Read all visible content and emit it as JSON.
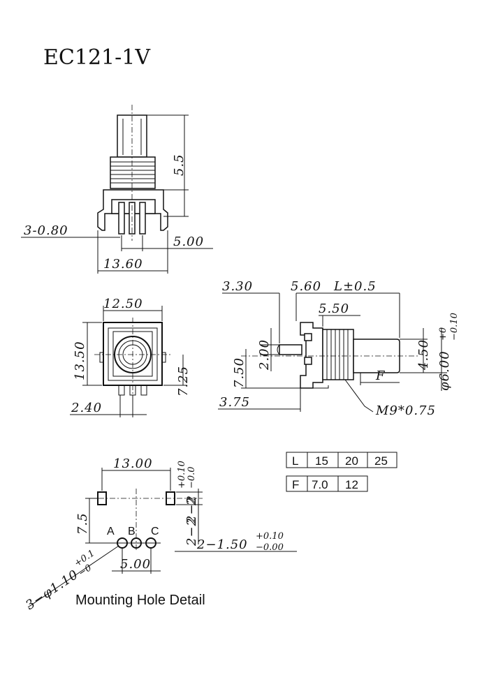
{
  "title": "EC121-1V",
  "front_view": {
    "dim_shaft_len": "5.5",
    "dim_pin_width": "3-0.80",
    "dim_pin_pitch": "5.00",
    "dim_body_width": "13.60"
  },
  "top_view": {
    "dim_width": "12.50",
    "dim_height": "13.50",
    "dim_center_y": "7.25",
    "dim_offset": "2.40"
  },
  "side_view": {
    "dim_tab": "3.30",
    "dim_body": "5.60",
    "dim_L": "L±0.5",
    "dim_thread": "5.50",
    "dim_pin_height": "2.00",
    "dim_center": "7.50",
    "dim_base": "3.75",
    "dim_flat": "4.50",
    "dim_dia": "φ6.00",
    "dim_dia_tol_plus": "+0",
    "dim_dia_tol_minus": "−0.10",
    "dim_F": "F",
    "dim_thread_spec": "M9*0.75"
  },
  "length_table": {
    "rows": [
      {
        "key": "L",
        "values": [
          "15",
          "20",
          "25"
        ]
      },
      {
        "key": "F",
        "values": [
          "7.0",
          "12"
        ]
      }
    ]
  },
  "mounting": {
    "dim_span": "13.00",
    "dim_span_tol_plus": "+0.10",
    "dim_span_tol_minus": "−0.0",
    "dim_slot": "2",
    "dim_slot2": "2−2",
    "dim_vert": "7.5",
    "dim_slot_size": "2−2",
    "dim_slot_w": "2−1.50",
    "dim_slot_w_tol_plus": "+0.10",
    "dim_slot_w_tol_minus": "−0.00",
    "dim_hole": "3−φ1.10",
    "dim_hole_tol_plus": "+0.1",
    "dim_hole_tol_minus": "−0",
    "dim_pitch": "5.00",
    "pin_labels": [
      "A",
      "B",
      "C"
    ],
    "caption": "Mounting Hole Detail"
  }
}
